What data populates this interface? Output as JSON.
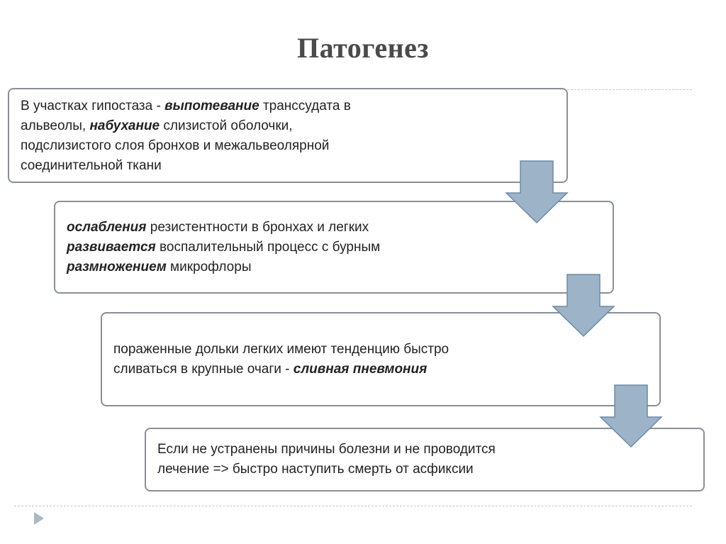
{
  "title": "Патогенез",
  "steps": [
    {
      "parts": [
        {
          "text": "В участках гипостаза - ",
          "em": false
        },
        {
          "text": "выпотевание",
          "em": true
        },
        {
          "text": " транссудата в",
          "em": false
        },
        {
          "br": true
        },
        {
          "text": "альвеолы, ",
          "em": false
        },
        {
          "text": "набухание",
          "em": true
        },
        {
          "text": " слизистой оболочки,",
          "em": false
        },
        {
          "br": true
        },
        {
          "text": "подслизистого слоя бронхов и межальвеолярной",
          "em": false
        },
        {
          "br": true
        },
        {
          "text": "соединительной ткани",
          "em": false
        }
      ]
    },
    {
      "parts": [
        {
          "text": "ослабления",
          "em": true
        },
        {
          "text": " резистентности в бронхах и легких",
          "em": false
        },
        {
          "br": true
        },
        {
          "text": "развивается",
          "em": true
        },
        {
          "text": " воспалительный процесс с бурным",
          "em": false
        },
        {
          "br": true
        },
        {
          "text": "размножением",
          "em": true
        },
        {
          "text": " микрофлоры",
          "em": false
        }
      ]
    },
    {
      "parts": [
        {
          "text": "пораженные дольки легких имеют тенденцию быстро",
          "em": false
        },
        {
          "br": true
        },
        {
          "text": "сливаться в крупные очаги - ",
          "em": false
        },
        {
          "text": "сливная пневмония",
          "em": true
        }
      ]
    },
    {
      "parts": [
        {
          "text": "Если не устранены причины болезни и не проводится",
          "em": false
        },
        {
          "br": true
        },
        {
          "text": "лечение => быстро наступить смерть от асфиксии",
          "em": false
        }
      ]
    }
  ],
  "colors": {
    "arrow_fill": "#9db3c8",
    "arrow_stroke": "#6d8aa6",
    "box_border": "#8a8e96",
    "title": "#4a4a4a",
    "rule": "#b9c7cf"
  },
  "icons": {
    "nav": "triangle-right-icon",
    "arrow": "arrow-down-icon"
  }
}
